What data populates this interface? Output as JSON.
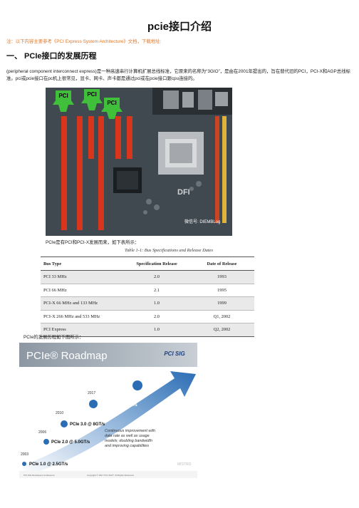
{
  "title": "pcie接口介绍",
  "note": "注：以下内容主要参考《PCI Express System Architecture》文档，下载地址:",
  "section_heading": "一、 PCIe接口的发展历程",
  "intro": "(peripheral component interconnect express)是一种高速串行计算机扩展总线标准，它原来的名称为“3GIO”，是由在2001年提出的，旨在替代旧的PCI，PCI-X和AGP总线标准。pci或pcie接口在pc机上很常见，显卡、网卡、声卡都是通过pci或在pcie接口跟cpu连接的。",
  "motherboard": {
    "labels": [
      "PCI",
      "PCI",
      "PCI"
    ],
    "watermark": "微信号: DIEMBLog",
    "brand": "DFI"
  },
  "table_intro": "PCIe是有PCI和PCI-X发展而来，如下表所示：",
  "table": {
    "caption": "Table 1-1: Bus Specifications and Release Dates",
    "headers": [
      "Bus Type",
      "Specification Release",
      "Date of Release"
    ],
    "rows": [
      [
        "PCI 33 MHz",
        "2.0",
        "1993"
      ],
      [
        "PCI 66 MHz",
        "2.1",
        "1995"
      ],
      [
        "PCI-X 66 MHz and 133 MHz",
        "1.0",
        "1999"
      ],
      [
        "PCI-X 266 MHz and 533 MHz",
        "2.0",
        "Q1, 2002"
      ],
      [
        "PCI Express",
        "1.0",
        "Q2, 2002"
      ]
    ]
  },
  "roadmap_intro": "PCIe的发展历程如下图所示：",
  "roadmap": {
    "title": "PCIe® Roadmap",
    "logo": "PCI SIG",
    "milestones": [
      {
        "year": "2003",
        "label": "PCIe 1.0 @ 2.5GT/s"
      },
      {
        "year": "2006",
        "label": "PCIe 2.0 @ 5.0GT/s"
      },
      {
        "year": "2010",
        "label": "PCIe 3.0 @ 8GT/s"
      },
      {
        "year": "2017",
        "label": "PCIe 4.0 @ 16GT/s"
      },
      {
        "year": "",
        "label": "PCIe 5.0"
      }
    ],
    "caption": [
      "Continuous improvement with",
      "data rate as well as usage",
      "models; doubling bandwidth",
      "and improving capabilities"
    ],
    "footer_left": "PCI-SIG Developers Conference",
    "footer_mid": "Copyright © 2017 PCI-SIG®. All Rights Reserved.",
    "watermark": "MISTRO"
  },
  "colors": {
    "note": "#e0782a",
    "slot_red": "#d8361c",
    "label_green": "#3fbf3a",
    "roadmap_blue": "#2b6db5"
  }
}
